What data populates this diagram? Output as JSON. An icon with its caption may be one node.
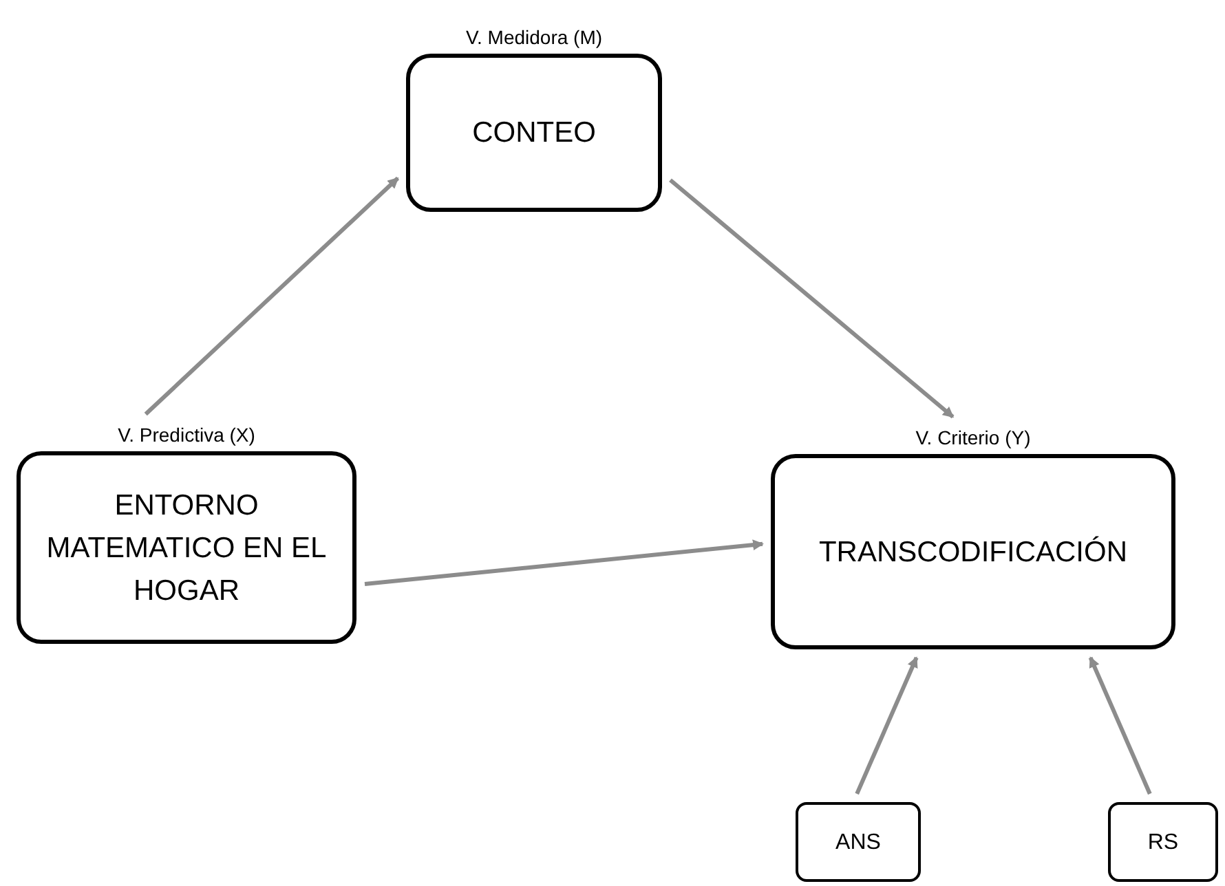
{
  "diagram": {
    "nodes": [
      {
        "text": [
          "V. Medidora (M)",
          "CONTEO"
        ]
      },
      {
        "text": [
          "V. Predictiva (X)",
          "ENTORNO MATEMATICO EN EL HOGAR"
        ]
      },
      {
        "text": [
          "V. Criterio (Y)",
          "TRANSCODIFICACIÓN"
        ]
      },
      {
        "text": [
          "ANS"
        ]
      },
      {
        "text": [
          "RS"
        ]
      }
    ],
    "edges": [
      {
        "from": 1,
        "to": 0,
        "arrow": "to"
      },
      {
        "from": 0,
        "to": 2,
        "arrow": "to"
      },
      {
        "from": 1,
        "to": 2,
        "arrow": "to"
      },
      {
        "from": 3,
        "to": 2,
        "arrow": "to"
      },
      {
        "from": 4,
        "to": 2,
        "arrow": "to"
      }
    ]
  }
}
